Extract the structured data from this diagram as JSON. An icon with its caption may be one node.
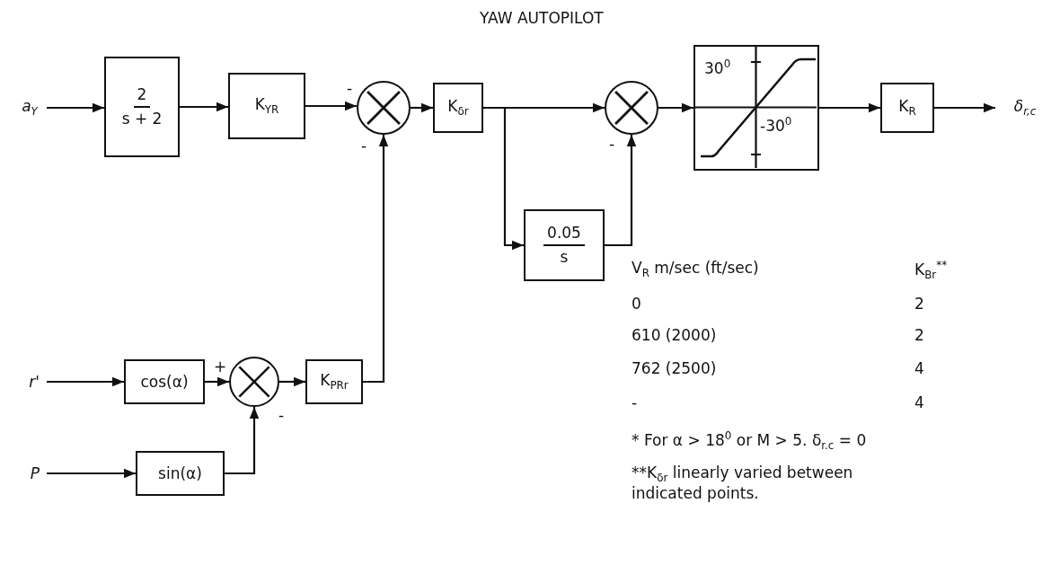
{
  "diagram": {
    "title": "YAW AUTOPILOT",
    "nodes": [
      {
        "text": [
          "a$_{Y}$"
        ]
      },
      {
        "text": [
          "2",
          "s + 2"
        ]
      },
      {
        "text": [
          "K$_{Y}$$_{R}$"
        ]
      },
      {
        "text": [],
        "shape": "circle"
      },
      {
        "text": [
          "K$_{δ}$$_{r}$"
        ]
      },
      {
        "text": [],
        "shape": "circle"
      },
      {
        "text": [
          "30$^{0}$",
          "-30$^{0}$"
        ]
      },
      {
        "text": [
          "K$_{R}$"
        ]
      },
      {
        "text": [
          "δ$_{r,c}$"
        ]
      },
      {
        "text": [
          "0.05",
          "s"
        ]
      },
      {
        "text": [
          "r'"
        ]
      },
      {
        "text": [
          "cos(α)"
        ]
      },
      {
        "text": [],
        "shape": "circle"
      },
      {
        "text": [
          "K$_{PR}$$_{r}$"
        ]
      },
      {
        "text": [
          "P"
        ]
      },
      {
        "text": [
          "sin(α)"
        ]
      }
    ],
    "edges": [
      {
        "from": 0,
        "to": 1,
        "arrow": "to"
      },
      {
        "from": 1,
        "to": 2,
        "arrow": "to"
      },
      {
        "from": 2,
        "to": 3,
        "arrow": "to"
      },
      {
        "from": 3,
        "to": 4,
        "arrow": "to"
      },
      {
        "from": 4,
        "to": 5,
        "arrow": "to"
      },
      {
        "from": 4,
        "to": 9,
        "arrow": "to"
      },
      {
        "from": 9,
        "to": 5,
        "arrow": "to"
      },
      {
        "from": 5,
        "to": 6,
        "arrow": "to"
      },
      {
        "from": 6,
        "to": 7,
        "arrow": "to"
      },
      {
        "from": 7,
        "to": 8,
        "arrow": "to"
      },
      {
        "from": 10,
        "to": 11,
        "arrow": "to"
      },
      {
        "from": 11,
        "to": 12,
        "arrow": "to"
      },
      {
        "from": 12,
        "to": 13,
        "arrow": "to"
      },
      {
        "from": 13,
        "to": 3,
        "arrow": "to"
      },
      {
        "from": 14,
        "to": 15,
        "arrow": "to"
      },
      {
        "from": 15,
        "to": 12,
        "arrow": "to"
      }
    ],
    "labels": [
      "-",
      "-",
      "-",
      "+",
      "-",
      "V$_{R}$ m/sec (ft/sec)",
      "K$_{B}$$_{r}$$^{**}$",
      "0",
      "2",
      "610 (2000)",
      "2",
      "762 (2500)",
      "4",
      "-",
      "4",
      "* For α > 18$^{0}$ or M > 5. δ$_{r.c}$ = 0",
      "**K$_{δ}$$_{r}$ linearly varied between indicated points."
    ]
  }
}
